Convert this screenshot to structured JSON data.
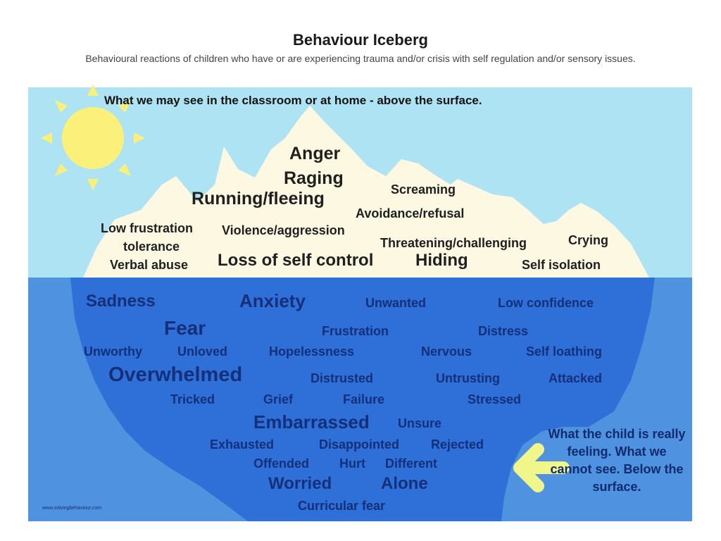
{
  "title": "Behaviour Iceberg",
  "subtitle": "Behavioural reactions of children who have or are experiencing trauma and/or crisis with self regulation and/or sensory issues.",
  "above_caption": "What we may see in the classroom or at home - above the surface.",
  "above_words": {
    "anger": "Anger",
    "raging": "Raging",
    "running": "Running/fleeing",
    "screaming": "Screaming",
    "avoidance": "Avoidance/refusal",
    "low_frustration": "Low frustration",
    "tolerance": "tolerance",
    "violence": "Violence/aggression",
    "threatening": "Threatening/challenging",
    "crying": "Crying",
    "verbal_abuse": "Verbal abuse",
    "loss_control": "Loss of self control",
    "hiding": "Hiding",
    "self_isolation": "Self isolation"
  },
  "below_words": {
    "sadness": "Sadness",
    "anxiety": "Anxiety",
    "unwanted": "Unwanted",
    "low_confidence": "Low confidence",
    "fear": "Fear",
    "frustration": "Frustration",
    "distress": "Distress",
    "unworthy": "Unworthy",
    "unloved": "Unloved",
    "hopelessness": "Hopelessness",
    "nervous": "Nervous",
    "self_loathing": "Self loathing",
    "overwhelmed": "Overwhelmed",
    "distrusted": "Distrusted",
    "untrusting": "Untrusting",
    "attacked": "Attacked",
    "tricked": "Tricked",
    "grief": "Grief",
    "failure": "Failure",
    "stressed": "Stressed",
    "embarrassed": "Embarrassed",
    "unsure": "Unsure",
    "exhausted": "Exhausted",
    "disappointed": "Disappointed",
    "rejected": "Rejected",
    "offended": "Offended",
    "hurt": "Hurt",
    "different": "Different",
    "worried": "Worried",
    "alone": "Alone",
    "curricular_fear": "Curricular fear"
  },
  "below_note": "What the child is really feeling. What we cannot see. Below the surface.",
  "website": "www.solvingbehaviour.com",
  "colors": {
    "sky": "#aee3f4",
    "iceberg_top": "#fcf8e2",
    "water": "#4f92e0",
    "iceberg_under": "#2f6fd8",
    "sun": "#fbf07a",
    "arrow": "#f1f68b"
  }
}
